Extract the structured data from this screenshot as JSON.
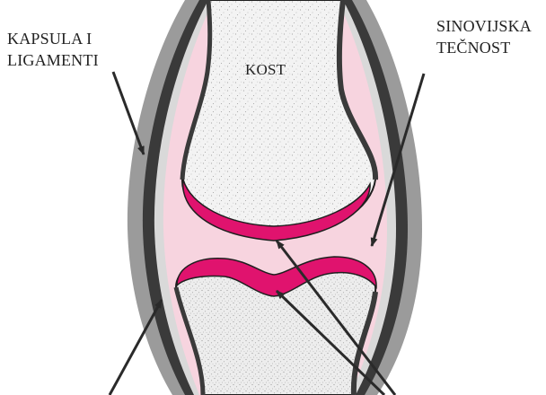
{
  "labels": {
    "capsule": [
      "KAPSULA I",
      "LIGAMENTI"
    ],
    "synovial_fluid": [
      "SINOVIJSKA",
      "TEČNOST"
    ],
    "bone": "KOST"
  },
  "colors": {
    "capsule_outer": "#9b9b9b",
    "capsule_inner": "#3a3a3a",
    "synovial_fluid": "#f7d4df",
    "cartilage": "#e0136e",
    "bone": "#f3f3f3",
    "outline": "#1f1f1f",
    "arrow": "#2a2a2a"
  }
}
